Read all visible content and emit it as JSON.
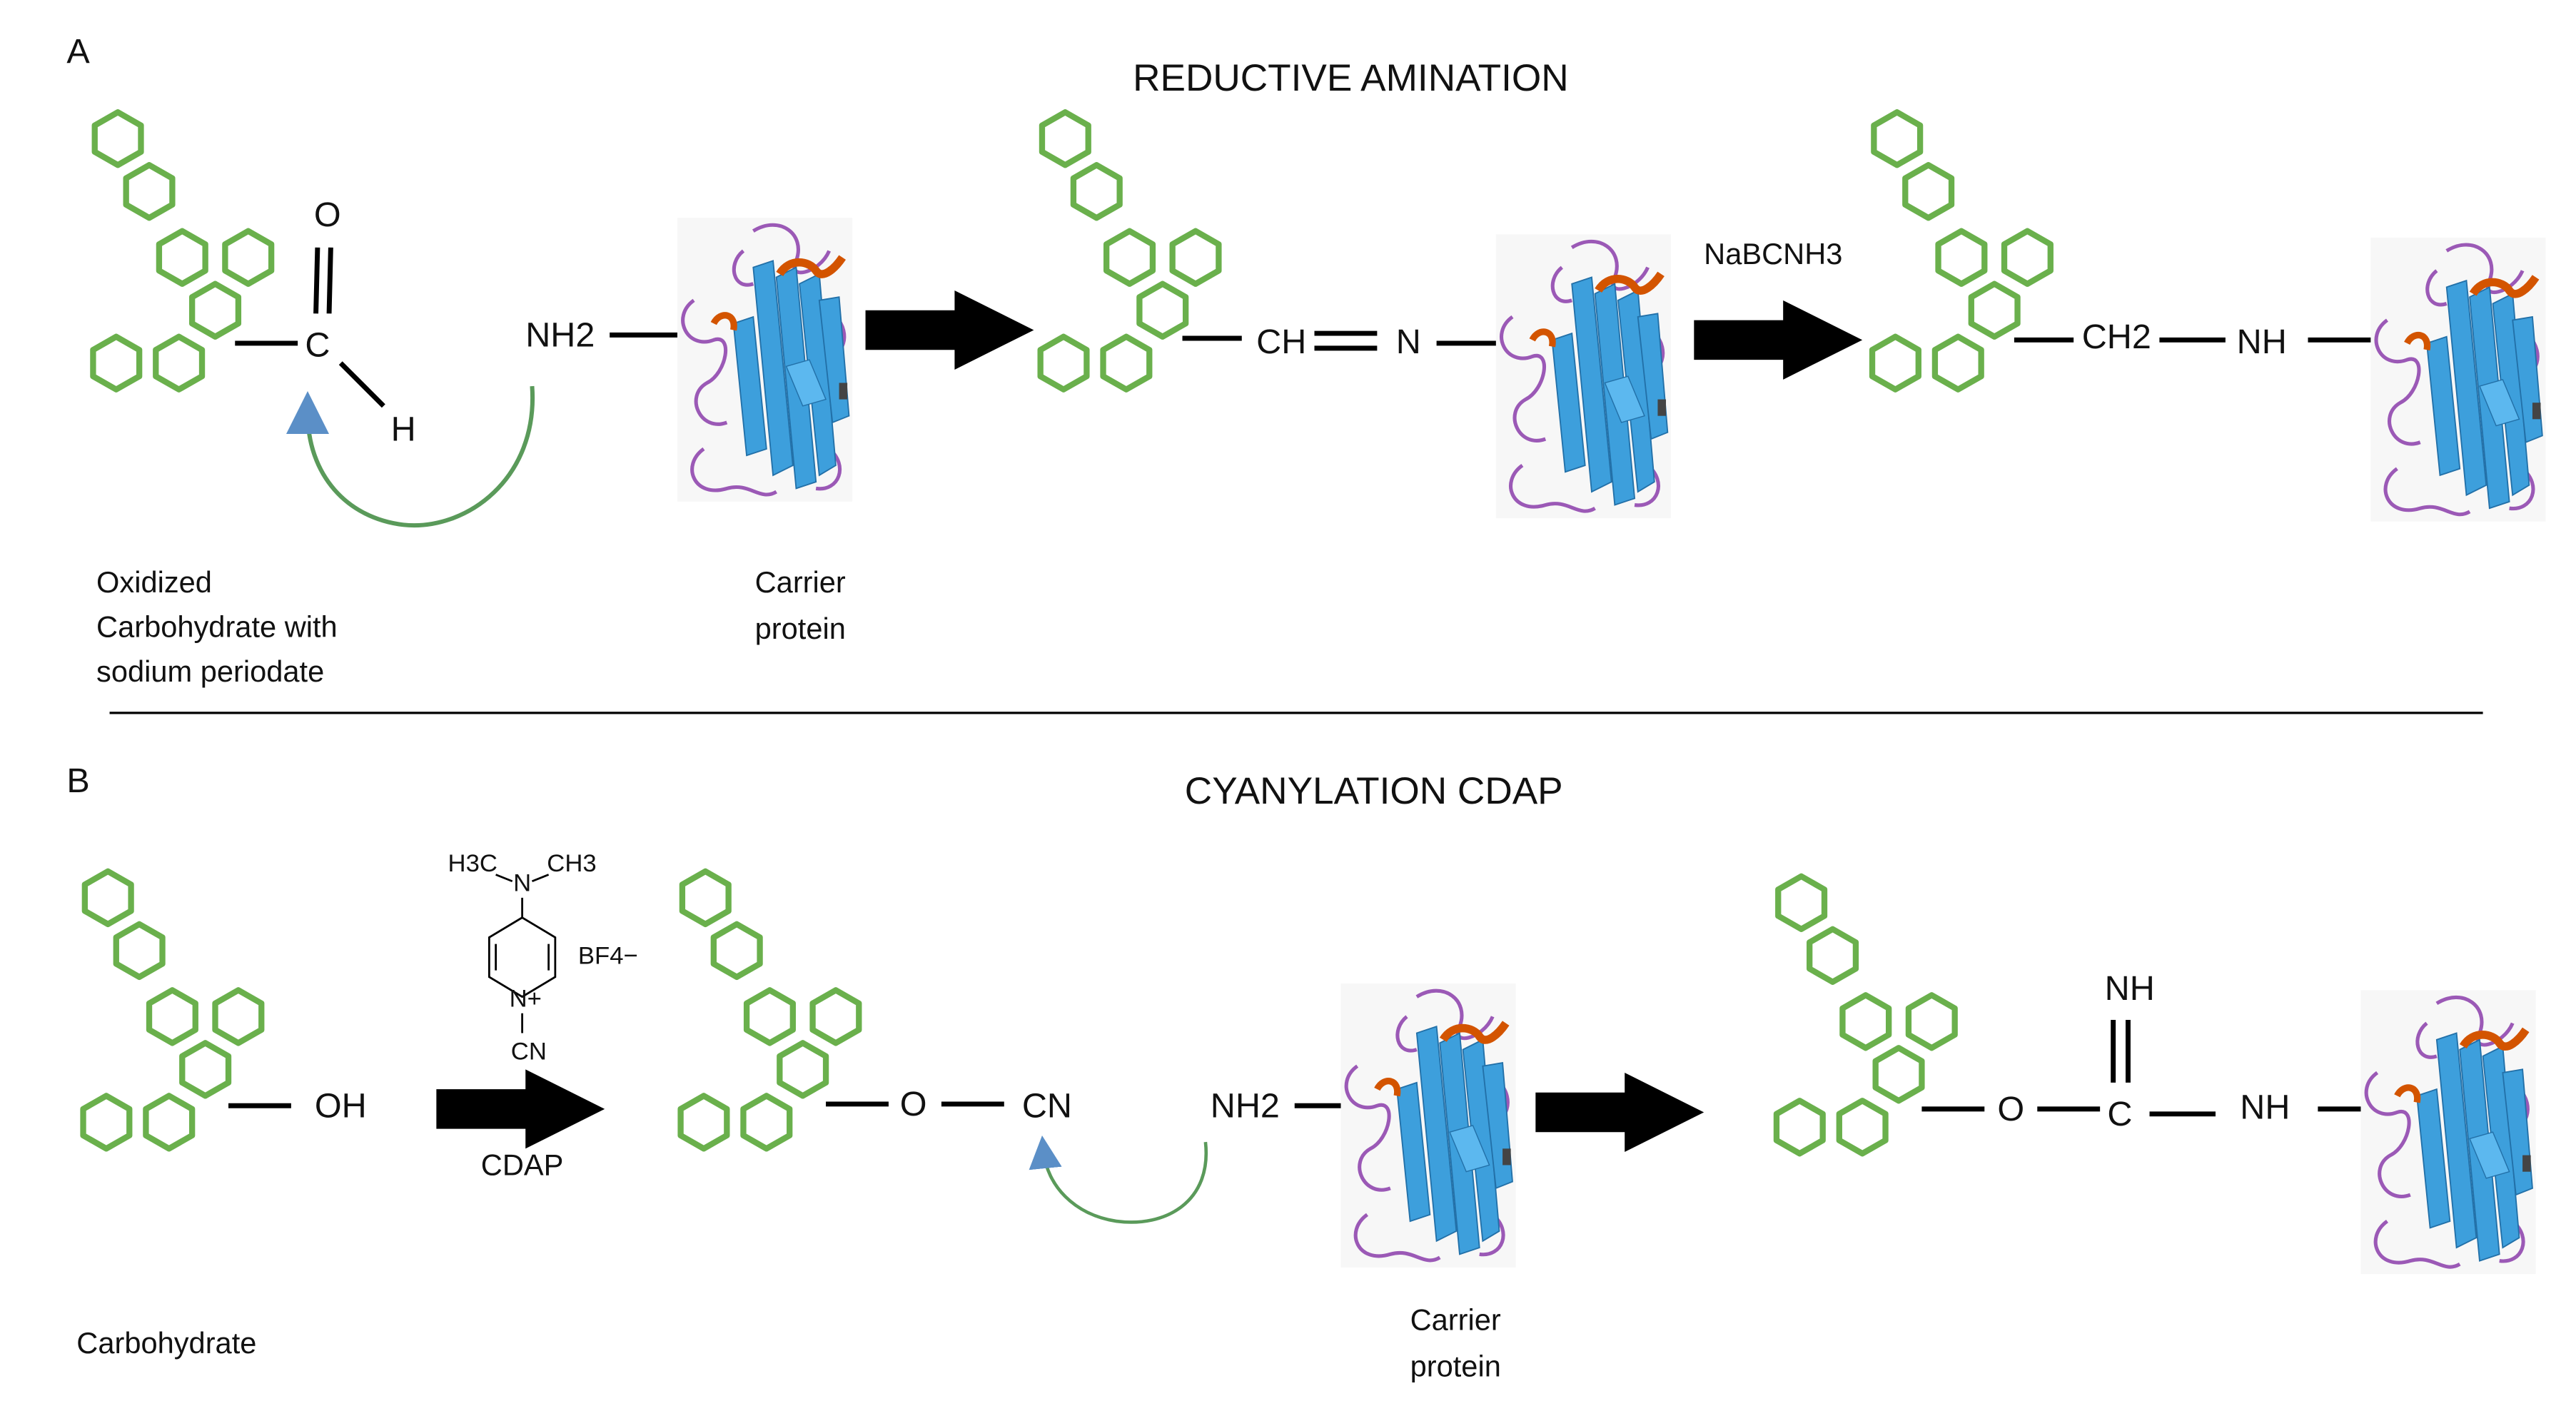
{
  "colors": {
    "carbohydrate_ring": "#6ab04c",
    "bond": "#000000",
    "curved_arrow": "#5a9a5a",
    "arrow_head": "#5b8fc7",
    "protein_sheet": "#3d9fdc",
    "protein_coil": "#9b59b6",
    "protein_helix": "#d35400",
    "divider": "#000000"
  },
  "panel_a": {
    "letter": "A",
    "title": "REDUCTIVE AMINATION",
    "atom_o": "O",
    "atom_c": "C",
    "atom_h": "H",
    "amine": "NH2",
    "imine_ch": "CH",
    "imine_n": "N",
    "reagent": "NaBCNH3",
    "product_ch2": "CH2",
    "product_nh": "NH",
    "caption_carbohydrate": [
      "Oxidized",
      "Carbohydrate with",
      "sodium periodate"
    ],
    "caption_protein": [
      "Carrier",
      "protein"
    ]
  },
  "panel_b": {
    "letter": "B",
    "title": "CYANYLATION CDAP",
    "hydroxyl": "OH",
    "reagent_label": "CDAP",
    "cdap_methyl_left": "H3C",
    "cdap_methyl_right": "CH3",
    "cdap_n_top": "N",
    "cdap_n_ring": "N+",
    "cdap_cn": "CN",
    "cdap_counterion": "BF4−",
    "cyanate_o": "O",
    "cyanate_cn": "CN",
    "amine": "NH2",
    "product_o": "O",
    "product_c": "C",
    "product_imino": "NH",
    "product_nh": "NH",
    "caption_carbohydrate": "Carbohydrate",
    "caption_protein": [
      "Carrier",
      "protein"
    ]
  }
}
